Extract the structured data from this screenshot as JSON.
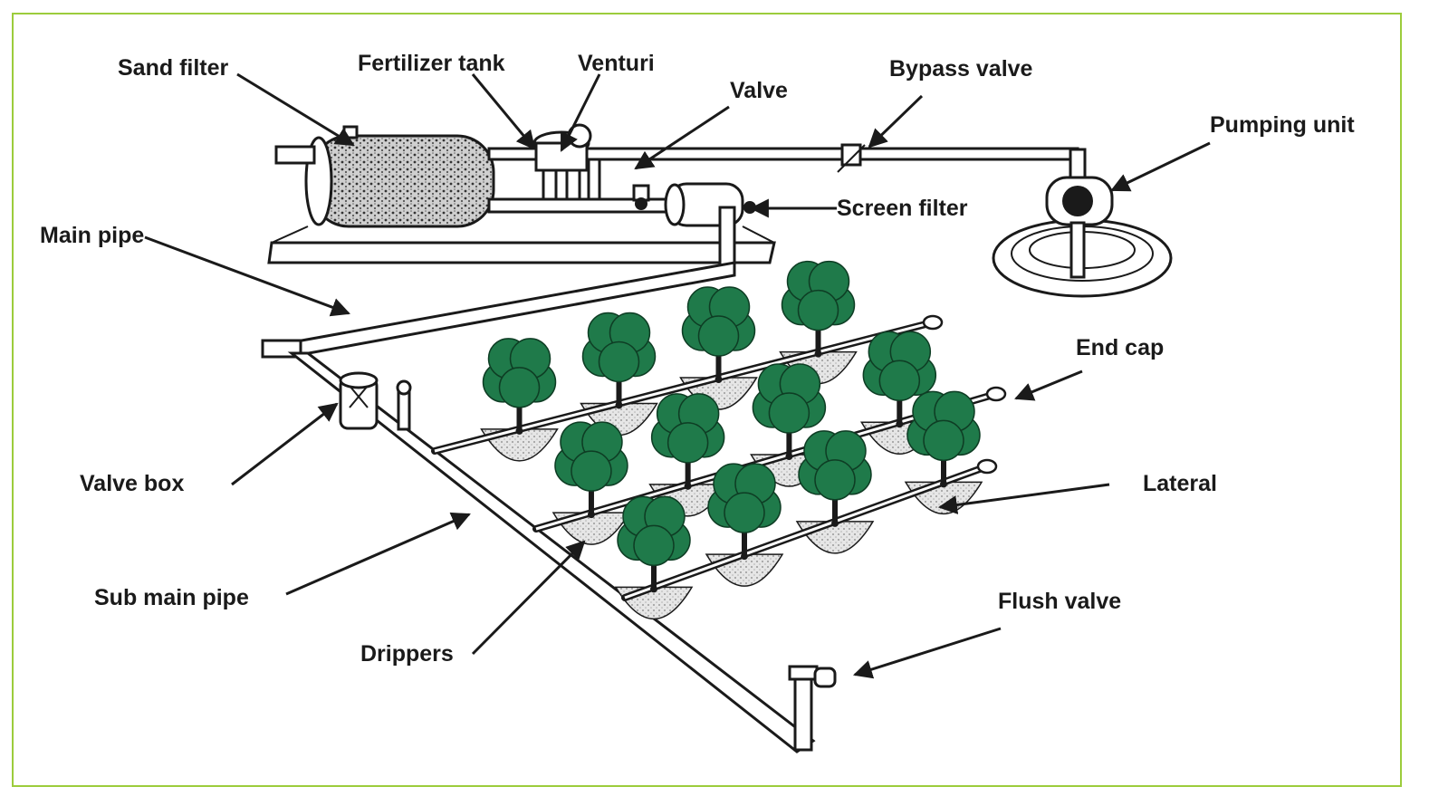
{
  "labels": {
    "sand_filter": "Sand filter",
    "fertilizer_tank": "Fertilizer tank",
    "venturi": "Venturi",
    "bypass_valve": "Bypass valve",
    "valve": "Valve",
    "pumping_unit": "Pumping unit",
    "screen_filter": "Screen filter",
    "main_pipe": "Main pipe",
    "end_cap": "End cap",
    "valve_box": "Valve box",
    "lateral": "Lateral",
    "sub_main_pipe": "Sub main pipe",
    "drippers": "Drippers",
    "flush_valve": "Flush valve"
  },
  "colors": {
    "border": "#9ccc3c",
    "tree_canopy": "#1f7a4a",
    "ink": "#1a1a1a",
    "soil": "#d8d8d8"
  }
}
